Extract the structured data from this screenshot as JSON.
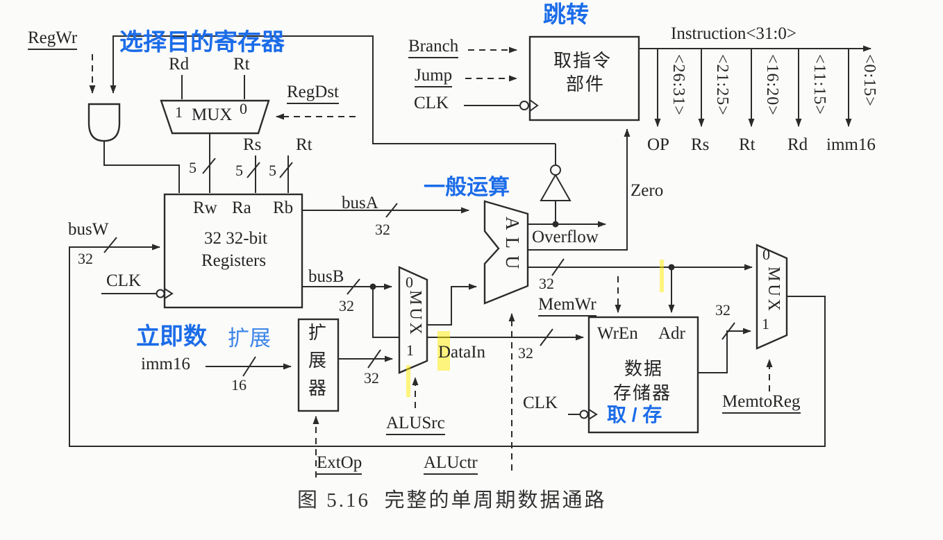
{
  "figure_caption": "图 5.16  完整的单周期数据通路",
  "notes": {
    "select_dest_register": "选择目的寄存器",
    "jump": "跳转",
    "general_alu_op": "一般运算",
    "immediate": "立即数",
    "extend": "扩展",
    "load_store": "取 / 存"
  },
  "control_signals": {
    "reg_wr": "RegWr",
    "reg_dst": "RegDst",
    "branch": "Branch",
    "jump": "Jump",
    "mem_wr": "MemWr",
    "mem_to_reg": "MemtoReg",
    "alu_src": "ALUSrc",
    "alu_ctr": "ALUctr",
    "ext_op": "ExtOp",
    "clk": "CLK"
  },
  "status_signals": {
    "zero": "Zero",
    "overflow": "Overflow"
  },
  "blocks": {
    "fetch_unit": {
      "line1": "取指令",
      "line2": "部件"
    },
    "registers": {
      "port_rw": "Rw",
      "port_ra": "Ra",
      "port_rb": "Rb",
      "line1": "32 32-bit",
      "line2": "Registers"
    },
    "extender": {
      "char1": "扩",
      "char2": "展",
      "char3": "器"
    },
    "data_memory": {
      "port_wr_en": "WrEn",
      "port_adr": "Adr",
      "line1": "数据",
      "line2": "存储器"
    },
    "alu": "ALU",
    "mux": {
      "label": "MUX",
      "in0": "0",
      "in1": "1"
    }
  },
  "buses": {
    "bus_w": "busW",
    "bus_a": "busA",
    "bus_b": "busB",
    "data_in": "DataIn",
    "imm16": "imm16",
    "width5": "5",
    "width16": "16",
    "width32": "32"
  },
  "register_fields": {
    "rd": "Rd",
    "rt": "Rt",
    "rs": "Rs"
  },
  "instruction": {
    "label": "Instruction<31:0>",
    "fields": [
      {
        "bits": "<26:31>",
        "name": "OP"
      },
      {
        "bits": "<21:25>",
        "name": "Rs"
      },
      {
        "bits": "<16:20>",
        "name": "Rt"
      },
      {
        "bits": "<11:15>",
        "name": "Rd"
      },
      {
        "bits": "<0:15>",
        "name": "imm16"
      }
    ]
  },
  "colors": {
    "annotation_blue": "#1b6ce8",
    "line_dark": "#2b2b2b",
    "highlight_yellow": "#ffee00"
  }
}
